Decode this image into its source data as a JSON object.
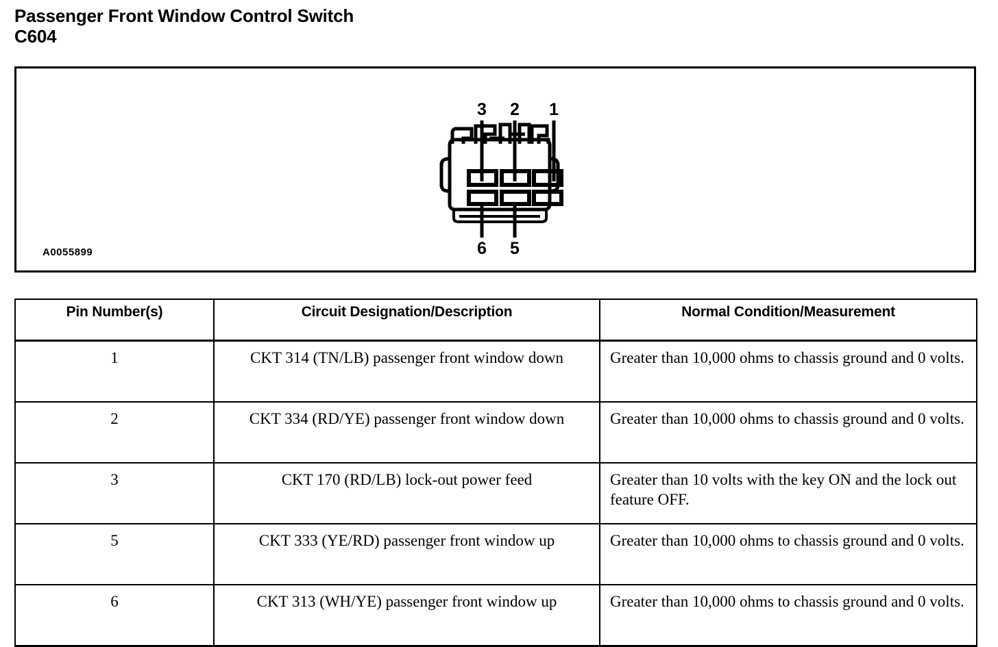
{
  "heading": {
    "line1": "Passenger Front Window Control Switch",
    "line2": "C604"
  },
  "illustration": {
    "caption": "A0055899",
    "connector_name": "6-cavity connector face view",
    "top_pin_labels": [
      "3",
      "2",
      "1"
    ],
    "bottom_pin_labels": [
      "6",
      "5"
    ],
    "cavity_count": 6,
    "unused_cavity_note": "bottom-right cavity has no leader line"
  },
  "table": {
    "headers": [
      "Pin Number(s)",
      "Circuit Designation/Description",
      "Normal Condition/Measurement"
    ],
    "rows": [
      {
        "pin": "1",
        "description": "CKT 314 (TN/LB) passenger front window down",
        "normal": "Greater than 10,000 ohms to chassis ground and 0 volts."
      },
      {
        "pin": "2",
        "description": "CKT 334 (RD/YE) passenger front window down",
        "normal": "Greater than 10,000 ohms to chassis ground and 0 volts."
      },
      {
        "pin": "3",
        "description": "CKT 170 (RD/LB) lock-out power feed",
        "normal": "Greater than 10 volts with the key ON and the lock out feature OFF."
      },
      {
        "pin": "5",
        "description": "CKT 333 (YE/RD) passenger front window up",
        "normal": "Greater than 10,000 ohms to chassis ground and 0 volts."
      },
      {
        "pin": "6",
        "description": "CKT 313 (WH/YE) passenger front window up",
        "normal": "Greater than 10,000 ohms to chassis ground and 0 volts."
      }
    ]
  },
  "colors": {
    "ink": "#000000",
    "paper": "#ffffff"
  }
}
